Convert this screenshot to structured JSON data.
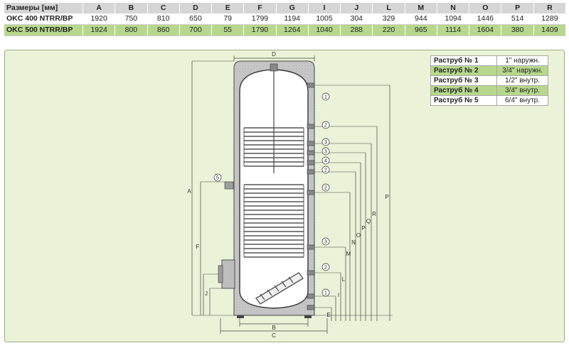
{
  "table": {
    "header_label": "Размеры [мм]",
    "columns": [
      "A",
      "B",
      "C",
      "D",
      "E",
      "F",
      "G",
      "I",
      "J",
      "L",
      "M",
      "N",
      "O",
      "P",
      "R"
    ],
    "rows": [
      {
        "model": "OKC 400 NTRR/BP",
        "values": [
          "1920",
          "750",
          "810",
          "650",
          "79",
          "1799",
          "1194",
          "1005",
          "304",
          "329",
          "944",
          "1094",
          "1446",
          "514",
          "1289"
        ]
      },
      {
        "model": "OKC 500 NTRR/BP",
        "values": [
          "1924",
          "800",
          "860",
          "700",
          "55",
          "1790",
          "1264",
          "1040",
          "288",
          "220",
          "965",
          "1114",
          "1604",
          "380",
          "1409"
        ]
      }
    ]
  },
  "nozzles": [
    {
      "name": "Раструб № 1",
      "size": "1\" наружн."
    },
    {
      "name": "Раструб № 2",
      "size": "3/4\" наружн."
    },
    {
      "name": "Раструб № 3",
      "size": "1/2\" внутр."
    },
    {
      "name": "Раструб № 4",
      "size": "3/4\" внутр."
    },
    {
      "name": "Раструб № 5",
      "size": "6/4\" внутр."
    }
  ],
  "diagram": {
    "dim_letters": {
      "D": "D",
      "C": "C",
      "B": "B",
      "A": "A",
      "F": "F",
      "E": "E",
      "I": "I",
      "J": "J",
      "L": "L",
      "M": "M",
      "N": "N",
      "O": "O",
      "P": "P",
      "Q": "Q",
      "R": "R"
    },
    "markers": [
      "1",
      "2",
      "3",
      "3",
      "4",
      "2",
      "2",
      "3",
      "2",
      "1",
      "5"
    ]
  },
  "colors": {
    "panel": "#eaf3d7",
    "green_row": "#b7d88c",
    "header": "#d6d6d6",
    "insulation": "#c8c8c8",
    "line": "#333333"
  }
}
